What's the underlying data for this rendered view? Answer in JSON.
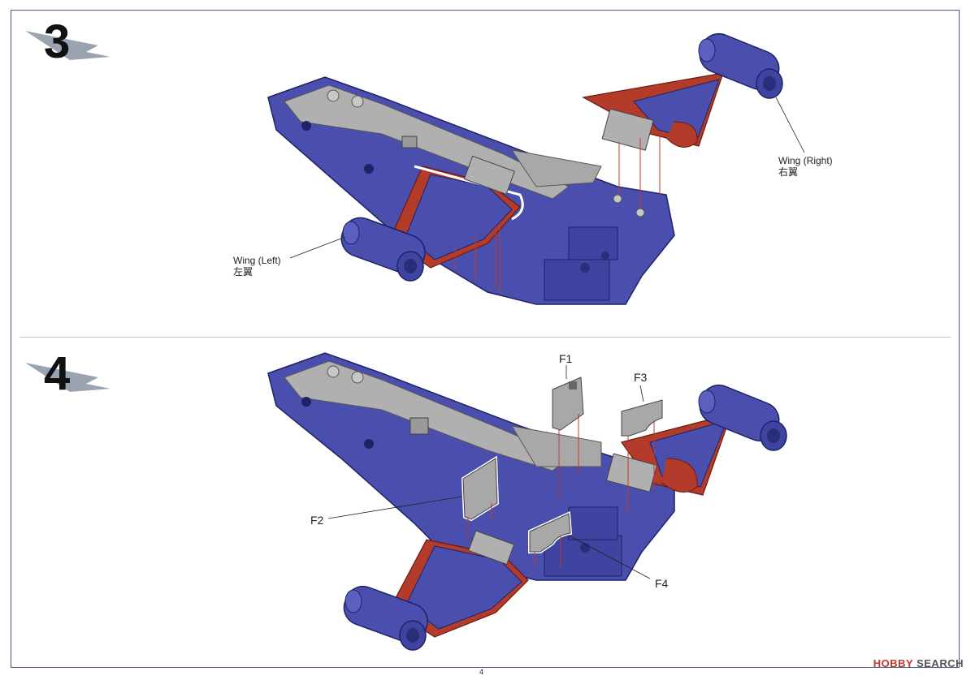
{
  "colors": {
    "frame": "#4a5a8c",
    "hull_blue": "#4a4fae",
    "hull_blue_dark": "#2f3380",
    "wing_red": "#b23b2a",
    "part_gray": "#b8b8b8",
    "part_gray_dark": "#8a8a8a",
    "guide_red": "#c0392b"
  },
  "steps": [
    {
      "number": "3",
      "labels": {
        "wing_right_en": "Wing (Right)",
        "wing_right_jp": "右翼",
        "wing_left_en": "Wing (Left)",
        "wing_left_jp": "左翼"
      }
    },
    {
      "number": "4",
      "labels": {
        "f1": "F1",
        "f2": "F2",
        "f3": "F3",
        "f4": "F4"
      }
    }
  ],
  "page_number": "4",
  "watermark": {
    "brand": "HOBBY",
    "suffix": "SEARCH"
  }
}
